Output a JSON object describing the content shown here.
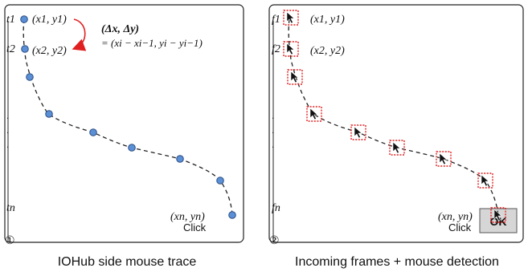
{
  "panel_left": {
    "number": "①",
    "caption": "IOHub side mouse trace",
    "time_labels": {
      "t1": "t1",
      "t2": "t2",
      "dots": ".",
      "tn": "tn"
    },
    "coord_labels": {
      "p1": "(x1, y1)",
      "p2": "(x2, y2)",
      "pn": "(xn, yn)"
    },
    "delta_formula_top": "(Δx, Δy)",
    "delta_formula_bottom": "= (xi − xi−1, yi − yi−1)",
    "click_label": "Click"
  },
  "panel_right": {
    "number": "②",
    "caption": "Incoming frames + mouse detection",
    "frame_labels": {
      "f1": "f1",
      "f2": "f2",
      "dots": ".",
      "fn": "fn"
    },
    "coord_labels": {
      "p1": "(x1, y1)",
      "p2": "(x2, y2)",
      "pn": "(xn, yn)"
    },
    "click_label": "Click",
    "ok_button_label": "OK"
  },
  "colors": {
    "point_fill": "#5b8fd6",
    "point_stroke": "#2c4f85",
    "arrow": "#e02020",
    "detect_box": "#e02020",
    "ok_button_fill": "#d6d6d6"
  }
}
